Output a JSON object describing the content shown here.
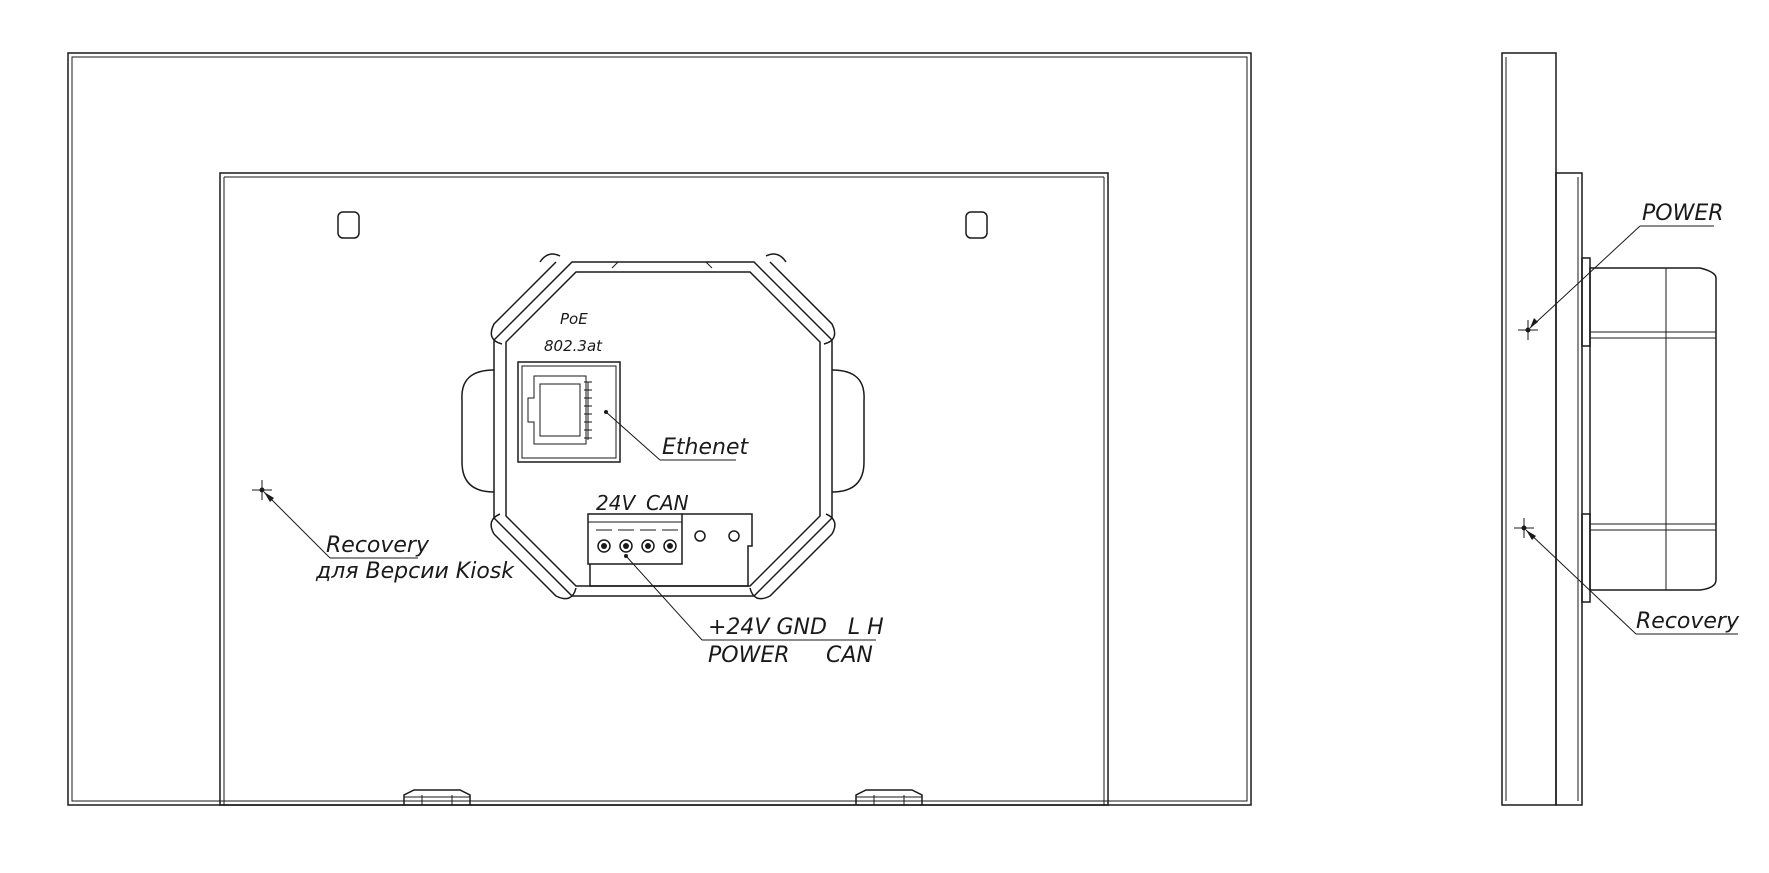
{
  "labels": {
    "poe": "PoE",
    "poe_standard": "802.3at",
    "ethernet": "Ethenet",
    "recovery_front": "Recovery",
    "recovery_front_sub": "для Версии Kiosk",
    "connector_24v": "24V",
    "connector_can": "CAN",
    "pins": "+24V GND   L H",
    "group_power": "POWER",
    "group_can": "CAN",
    "side_power": "POWER",
    "side_recovery": "Recovery"
  },
  "colors": {
    "line": "#1a1a1a",
    "background": "#ffffff"
  }
}
